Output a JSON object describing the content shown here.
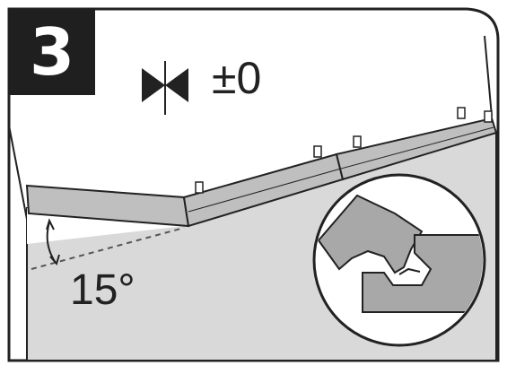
{
  "step": {
    "number": "3"
  },
  "gap": {
    "label": "±0",
    "icon": "gap-closed-icon"
  },
  "angle": {
    "label": "15°"
  },
  "colors": {
    "outline": "#222222",
    "floor": "#d9d9d9",
    "board": "#bfbfbf",
    "detail": "#a8a8a8",
    "badge": "#1f1f1f"
  }
}
